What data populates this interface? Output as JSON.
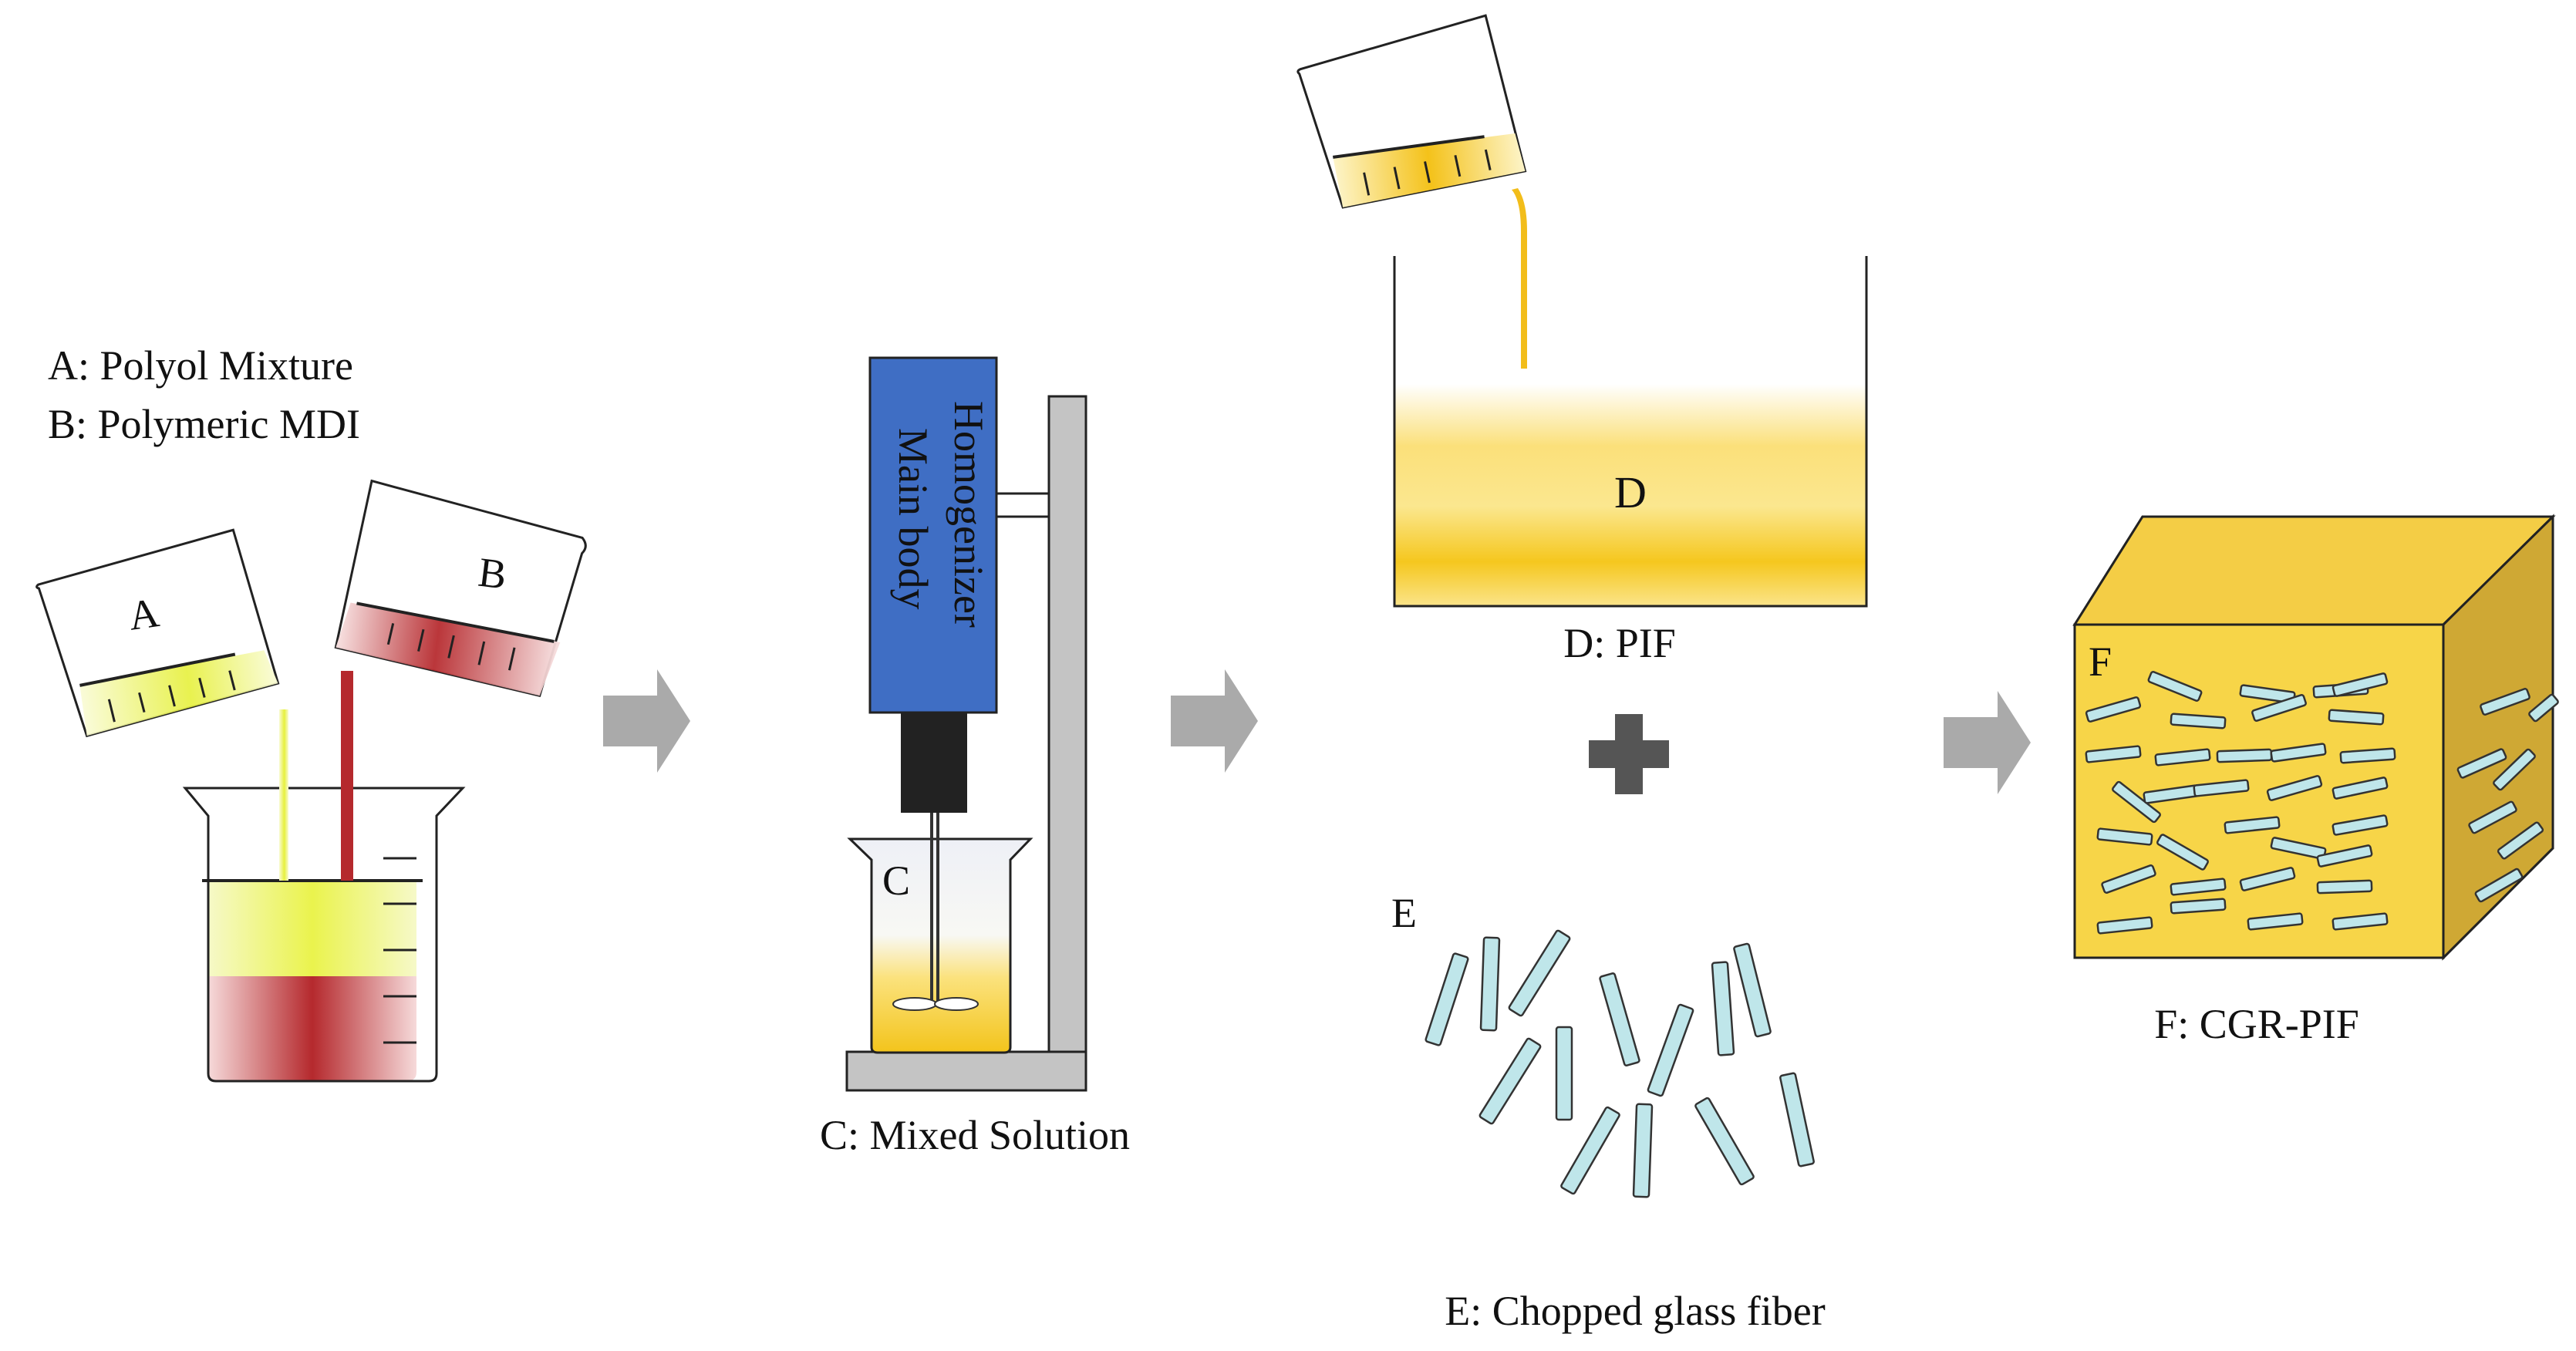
{
  "legend": {
    "line1": "A: Polyol Mixture",
    "line2": "B: Polymeric MDI"
  },
  "beakers": {
    "a_label": "A",
    "b_label": "B",
    "c_label": "C",
    "d_label": "D",
    "e_label": "E",
    "f_label": "F"
  },
  "homogenizer": {
    "line1": "Homogenizer",
    "line2": "Main body"
  },
  "captions": {
    "c": "C: Mixed Solution",
    "d": "D: PIF",
    "e": "E: Chopped glass fiber",
    "f": "F: CGR-PIF"
  },
  "colors": {
    "polyol": "#eef56a",
    "mdi": "#b5292d",
    "pif": "#f7cf2e",
    "homogenizer": "#3f6ec4",
    "fiber": "#bfe6ea",
    "foam_front": "#f7d548",
    "arrow": "#aaaaaa",
    "plus": "#555555",
    "stand": "#c4c4c4"
  }
}
